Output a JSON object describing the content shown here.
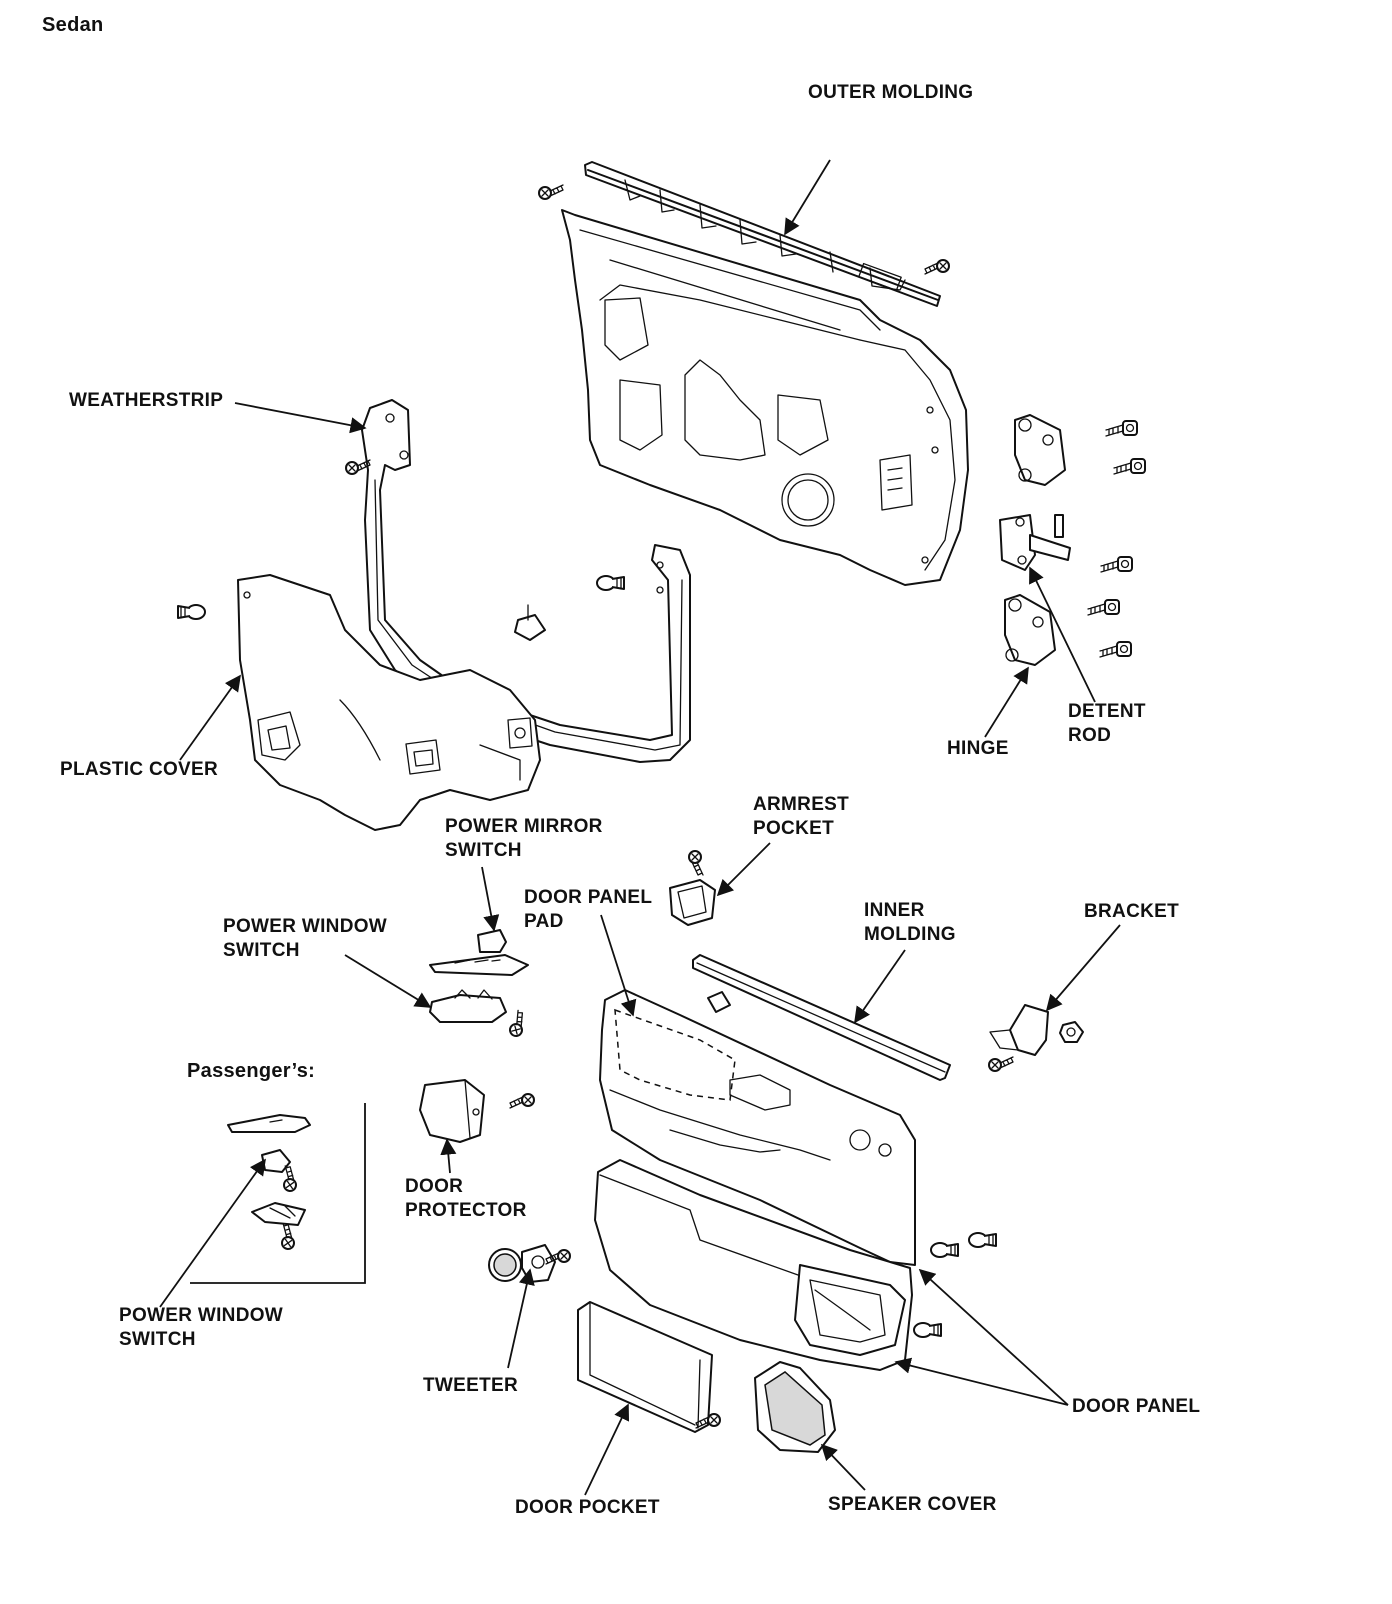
{
  "title": "Sedan",
  "labels": {
    "outer_molding": "OUTER MOLDING",
    "weatherstrip": "WEATHERSTRIP",
    "plastic_cover": "PLASTIC COVER",
    "hinge": "HINGE",
    "detent_rod": "DETENT\nROD",
    "armrest_pocket": "ARMREST\nPOCKET",
    "power_mirror_switch": "POWER MIRROR\nSWITCH",
    "door_panel_pad": "DOOR PANEL\nPAD",
    "inner_molding": "INNER\nMOLDING",
    "bracket": "BRACKET",
    "power_window_switch": "POWER WINDOW\nSWITCH",
    "passengers": "Passenger’s:",
    "door_protector": "DOOR\nPROTECTOR",
    "power_window_switch_passenger": "POWER WINDOW\nSWITCH",
    "tweeter": "TWEETER",
    "door_panel": "DOOR PANEL",
    "door_pocket": "DOOR POCKET",
    "speaker_cover": "SPEAKER COVER"
  }
}
